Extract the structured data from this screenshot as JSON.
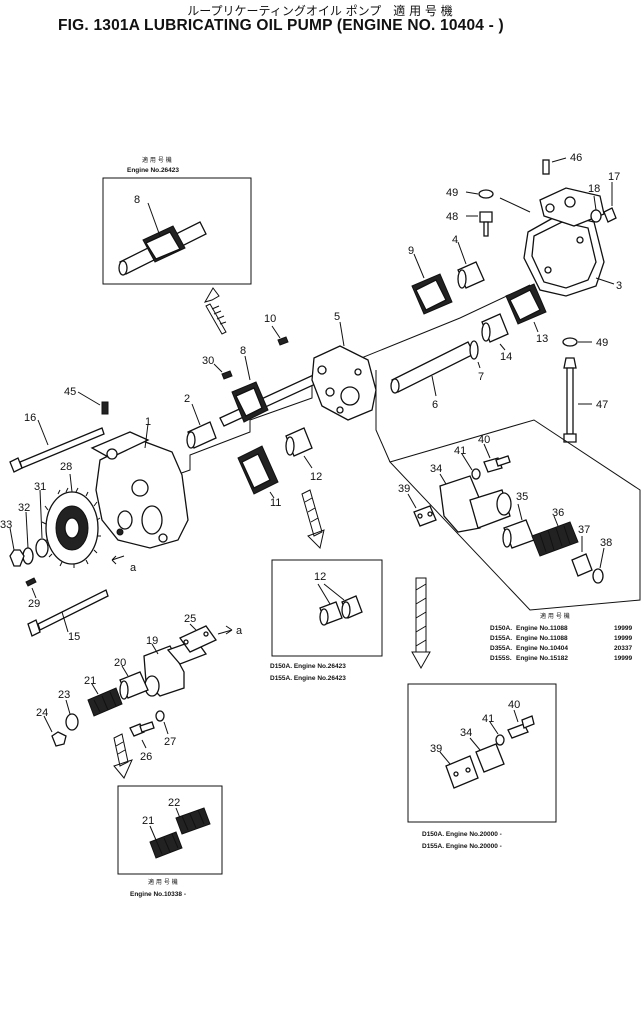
{
  "header": {
    "jp_title": "ループリケーティングオイル ポンプ　適 用 号 機",
    "title": "FIG. 1301A  LUBRICATING OIL PUMP (ENGINE NO. 10404 - )"
  },
  "part_numbers": [
    "1",
    "2",
    "3",
    "4",
    "5",
    "6",
    "7",
    "8",
    "9",
    "10",
    "11",
    "12",
    "13",
    "14",
    "15",
    "16",
    "17",
    "18",
    "19",
    "20",
    "21",
    "22",
    "23",
    "24",
    "25",
    "26",
    "27",
    "28",
    "29",
    "30",
    "31",
    "32",
    "33",
    "34",
    "35",
    "36",
    "37",
    "38",
    "39",
    "40",
    "41",
    "45",
    "46",
    "47",
    "48",
    "49"
  ],
  "insets": {
    "top_left": {
      "jp": "適 用 号 機",
      "label": "Engine No.26423",
      "part": "8"
    },
    "center": {
      "part": "12",
      "lines": [
        "D150A. Engine No.26423",
        "D155A. Engine No.26423"
      ]
    },
    "right_upper": {
      "jp": "適 用 号 機",
      "models": [
        "D150A.",
        "D155A.",
        "D355A.",
        "D155S."
      ],
      "engines": [
        "Engine No.11088",
        "Engine No.11088",
        "Engine No.10404",
        "Engine No.15182"
      ],
      "ranges": [
        "19999",
        "19999",
        "20337",
        "19999"
      ]
    },
    "right_lower": {
      "parts": [
        "39",
        "34",
        "41",
        "40"
      ],
      "lines": [
        "D150A. Engine No.20000 -",
        "D155A. Engine No.20000 -"
      ]
    },
    "bottom_left": {
      "parts": [
        "21",
        "22"
      ],
      "jp": "適 用 号 機",
      "label": "Engine No.10338 -"
    }
  },
  "flow_labels": {
    "a": "a"
  }
}
